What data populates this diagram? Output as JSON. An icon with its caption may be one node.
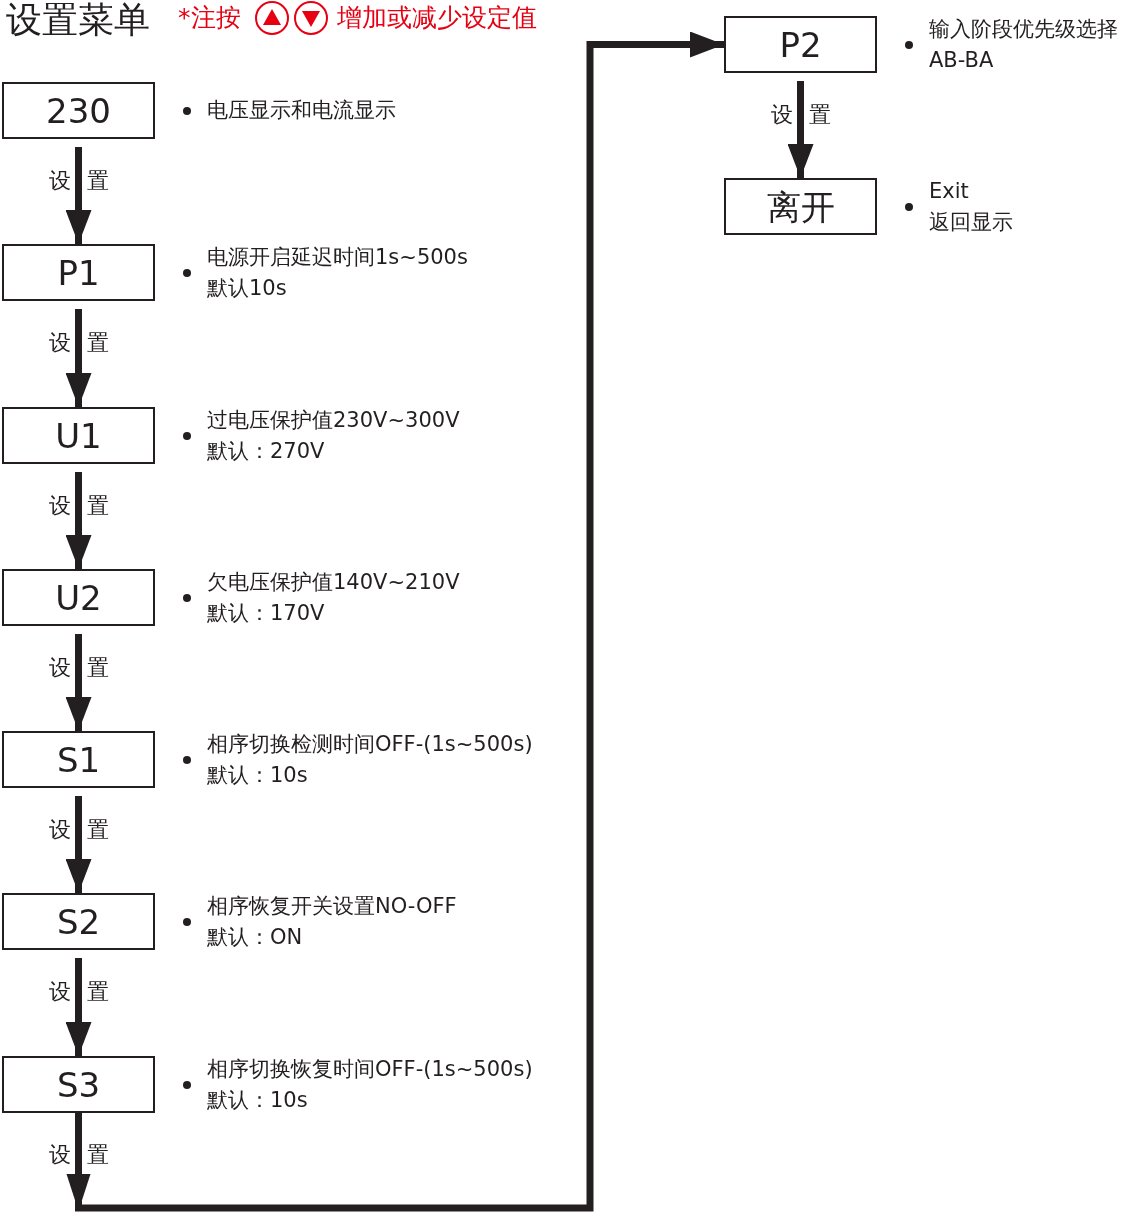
{
  "diagram": {
    "title": "设置菜单",
    "nodes": [
      {
        "text": [
          "230"
        ],
        "beside": [
          "电压显示和电流显示"
        ]
      },
      {
        "text": [
          "P1"
        ],
        "beside": [
          "电源开启延迟时间1s~500s",
          "默认10s"
        ]
      },
      {
        "text": [
          "U1"
        ],
        "beside": [
          "过电压保护值230V~300V",
          "默认：270V"
        ]
      },
      {
        "text": [
          "U2"
        ],
        "beside": [
          "欠电压保护值140V~210V",
          "默认：170V"
        ]
      },
      {
        "text": [
          "S1"
        ],
        "beside": [
          "相序切换检测时间OFF-(1s~500s)",
          "默认：10s"
        ]
      },
      {
        "text": [
          "S2"
        ],
        "beside": [
          "相序恢复开关设置NO-OFF",
          "默认：ON"
        ]
      },
      {
        "text": [
          "S3"
        ],
        "beside": [
          "相序切换恢复时间OFF-(1s~500s)",
          "默认：10s"
        ]
      },
      {
        "text": [
          "P2"
        ],
        "beside": [
          "输入阶段优先级选择",
          "AB-BA"
        ]
      },
      {
        "text": [
          "离开"
        ],
        "beside": [
          "Exit",
          "返回显示"
        ]
      }
    ],
    "edges": [
      {
        "from": 0,
        "to": 1,
        "arrow": "to",
        "label": "设置"
      },
      {
        "from": 1,
        "to": 2,
        "arrow": "to",
        "label": "设置"
      },
      {
        "from": 2,
        "to": 3,
        "arrow": "to",
        "label": "设置"
      },
      {
        "from": 3,
        "to": 4,
        "arrow": "to",
        "label": "设置"
      },
      {
        "from": 4,
        "to": 5,
        "arrow": "to",
        "label": "设置"
      },
      {
        "from": 5,
        "to": 6,
        "arrow": "to",
        "label": "设置"
      },
      {
        "from": 6,
        "to": 7,
        "arrow": "to",
        "label": "设置"
      },
      {
        "from": 7,
        "to": 8,
        "arrow": "to",
        "label": "设置"
      }
    ],
    "labels": [
      "*注按",
      "增加或减少设定值"
    ]
  }
}
